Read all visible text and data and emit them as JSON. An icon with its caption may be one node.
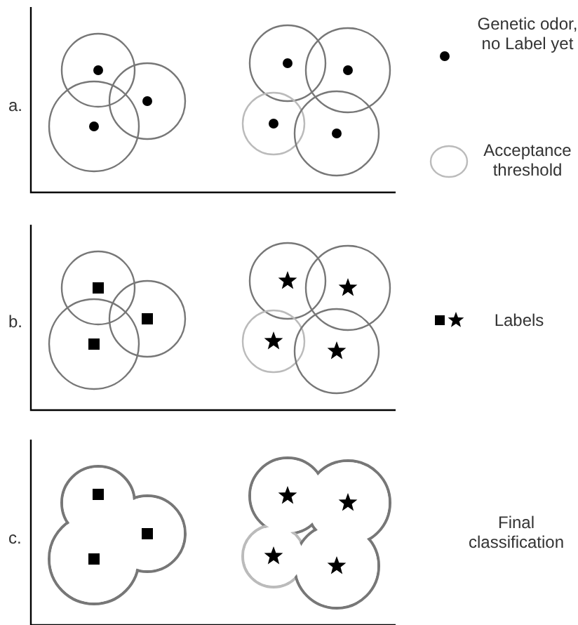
{
  "diagram": {
    "labels": [
      "a.",
      "b.",
      "c.",
      "Final classification"
    ],
    "legend": [
      {
        "text": "Genetic odor, no Label yet"
      },
      {
        "text": "Acceptance threshold"
      },
      {
        "text": "Labels"
      }
    ]
  }
}
